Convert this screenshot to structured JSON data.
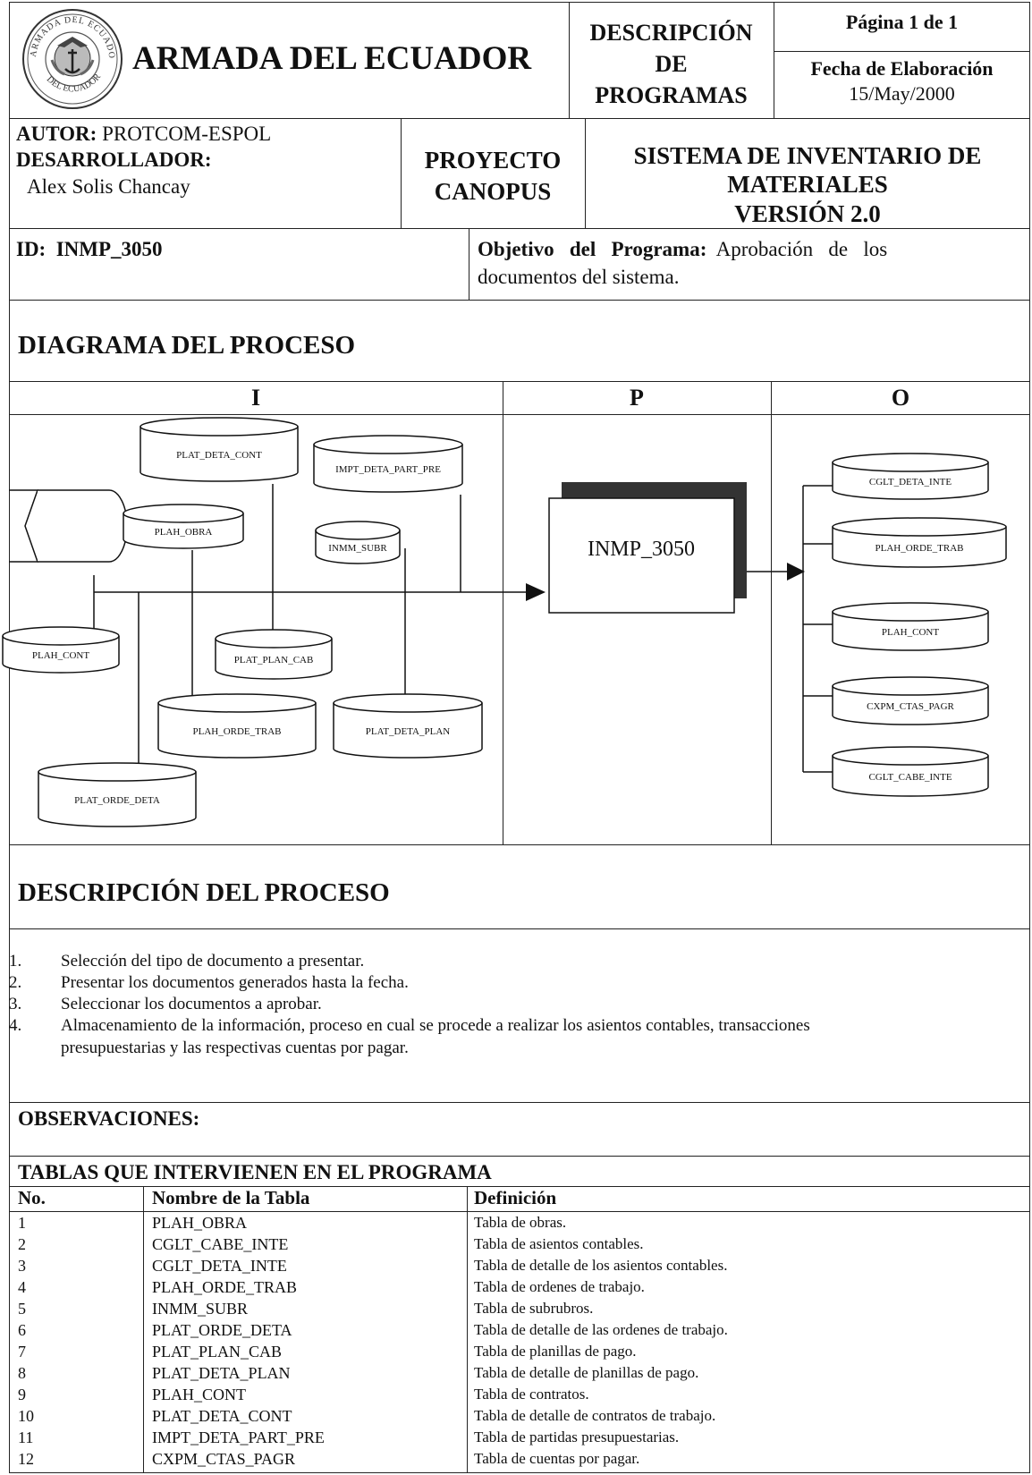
{
  "header": {
    "org": "ARMADA DEL ECUADOR",
    "seal_text": "ARMADA DEL ECUADOR",
    "doc_type": [
      "DESCRIPCIÓN",
      "DE",
      "PROGRAMAS"
    ],
    "page_label": "Página 1 de 1",
    "date_label": "Fecha de Elaboración",
    "date_value": "15/May/2000"
  },
  "info": {
    "autor_label": "AUTOR:",
    "autor_value": "PROTCOM-ESPOL",
    "dev_label": "DESARROLLADOR:",
    "dev_value": "Alex Solis Chancay",
    "project": [
      "PROYECTO",
      "CANOPUS"
    ],
    "system": [
      "SISTEMA DE INVENTARIO DE",
      "MATERIALES",
      "VERSIÓN 2.0"
    ],
    "id_label": "ID:",
    "id_value": "INMP_3050",
    "objetivo_label": "Objetivo   del   Programa:",
    "objetivo_value_1": "Aprobación   de   los",
    "objetivo_value_2": "documentos del sistema."
  },
  "diagram": {
    "title": "DIAGRAMA DEL PROCESO",
    "col_i": "I",
    "col_p": "P",
    "col_o": "O",
    "inputs": {
      "plat_deta_cont": "PLAT_DETA_CONT",
      "impt_deta_part_pre": "IMPT_DETA_PART_PRE",
      "plah_obra": "PLAH_OBRA",
      "inmm_subr": "INMM_SUBR",
      "plah_cont": "PLAH_CONT",
      "plat_plan_cab": "PLAT_PLAN_CAB",
      "plah_orde_trab": "PLAH_ORDE_TRAB",
      "plat_deta_plan": "PLAT_DETA_PLAN",
      "plat_orde_deta": "PLAT_ORDE_DETA"
    },
    "process": "INMP_3050",
    "outputs": [
      "CGLT_DETA_INTE",
      "PLAH_ORDE_TRAB",
      "PLAH_CONT",
      "CXPM_CTAS_PAGR",
      "CGLT_CABE_INTE"
    ]
  },
  "description": {
    "title": "DESCRIPCIÓN DEL PROCESO",
    "steps": [
      {
        "n": "1.",
        "text": "Selección del tipo de documento a presentar."
      },
      {
        "n": "2.",
        "text": "Presentar los documentos generados hasta la fecha."
      },
      {
        "n": "3.",
        "text": "Seleccionar los documentos a aprobar."
      },
      {
        "n": "4.",
        "text": "Almacenamiento de la información, proceso en cual se procede a realizar los asientos contables, transacciones",
        "text2": "presupuestarias y las respectivas cuentas por pagar."
      }
    ]
  },
  "observaciones": {
    "title": "OBSERVACIONES:"
  },
  "tables": {
    "title": "TABLAS QUE INTERVIENEN EN EL PROGRAMA",
    "headers": [
      "No.",
      "Nombre de la Tabla",
      "Definición"
    ],
    "rows": [
      [
        "1",
        "PLAH_OBRA",
        "Tabla de obras."
      ],
      [
        "2",
        "CGLT_CABE_INTE",
        "Tabla de asientos contables."
      ],
      [
        "3",
        "CGLT_DETA_INTE",
        "Tabla de detalle de los asientos contables."
      ],
      [
        "4",
        "PLAH_ORDE_TRAB",
        "Tabla de ordenes de trabajo."
      ],
      [
        "5",
        "INMM_SUBR",
        "Tabla de subrubros."
      ],
      [
        "6",
        "PLAT_ORDE_DETA",
        "Tabla de detalle de las ordenes de trabajo."
      ],
      [
        "7",
        "PLAT_PLAN_CAB",
        "Tabla de planillas de pago."
      ],
      [
        "8",
        "PLAT_DETA_PLAN",
        "Tabla de detalle de planillas de pago."
      ],
      [
        "9",
        "PLAH_CONT",
        "Tabla de contratos."
      ],
      [
        "10",
        "PLAT_DETA_CONT",
        "Tabla de detalle de contratos de trabajo."
      ],
      [
        "11",
        "IMPT_DETA_PART_PRE",
        "Tabla de partidas presupuestarias."
      ],
      [
        "12",
        "CXPM_CTAS_PAGR",
        "Tabla de cuentas por pagar."
      ]
    ]
  }
}
